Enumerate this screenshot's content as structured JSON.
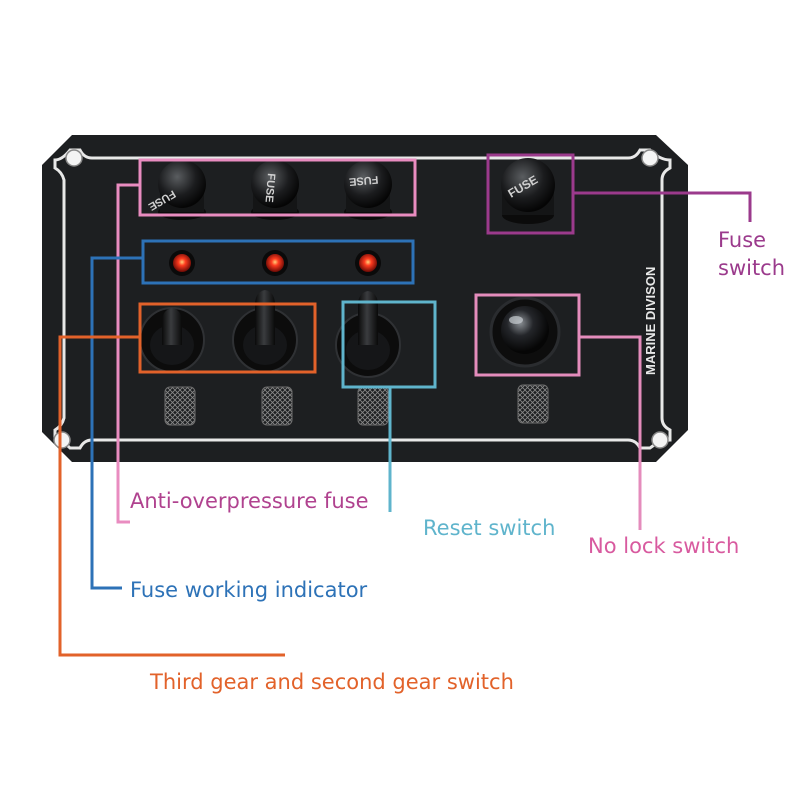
{
  "panel": {
    "brand_text": "MARINE DIVISON",
    "fuse_cap_text": "FUSE",
    "color_body": "#1d1f21",
    "color_trim": "#e8e8e8"
  },
  "annotations": {
    "fuse_switch": {
      "line1": "Fuse",
      "line2": "switch",
      "color": "#9b3a8c"
    },
    "anti_overpressure_fuse": {
      "text": "Anti-overpressure fuse",
      "color": "#b0428f"
    },
    "reset_switch": {
      "text": "Reset switch",
      "color": "#5fb4cc"
    },
    "no_lock_switch": {
      "text": "No lock switch",
      "color": "#d85a9f"
    },
    "fuse_working_indicator": {
      "text": "Fuse working indicator",
      "color": "#2d72b7"
    },
    "third_second_gear_switch": {
      "text": "Third gear and second gear switch",
      "color": "#e2622a"
    }
  },
  "colors": {
    "led_red": "#ff2a1a",
    "box_pink": "#e98cc0",
    "box_blue": "#2d72b7",
    "box_orange": "#e2622a",
    "box_cyan": "#5fb4cc",
    "box_purple": "#9b3a8c",
    "box_rose": "#e48cbc"
  }
}
